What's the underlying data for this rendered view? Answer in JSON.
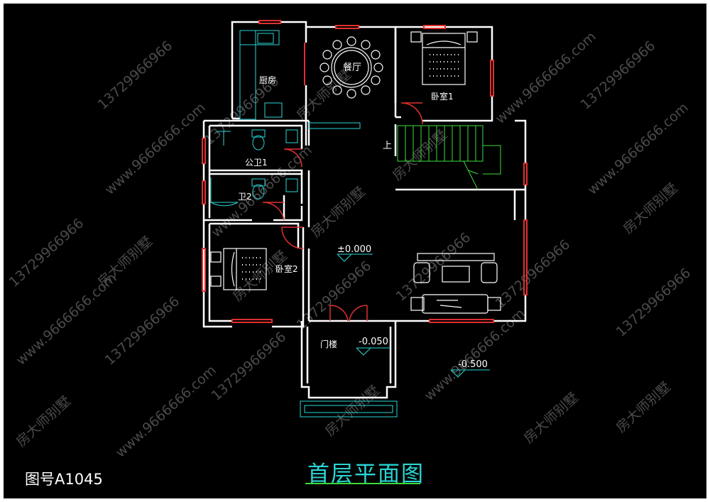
{
  "title": "首层平面图",
  "drawing_number": "图号A1045",
  "watermark": {
    "phone": "13729966966",
    "site": "www.9666666.com",
    "brand": "房大师别墅"
  },
  "rooms": {
    "kitchen": "厨房",
    "dining": "餐厅",
    "bedroom1": "卧室1",
    "bedroom2": "卧室2",
    "public_bath1": "公卫1",
    "bath2": "卫2",
    "porch": "门楼"
  },
  "elevations": {
    "floor": "±0.000",
    "porch": "-0.050",
    "outside": "-0.500"
  },
  "stair_mark": "上",
  "colors": {
    "background": "#000000",
    "wall": "#ffffff",
    "window": "#e03030",
    "cyan": "#2ad6d6",
    "green": "#3cdc3c",
    "watermark": "#4a4a4a"
  }
}
